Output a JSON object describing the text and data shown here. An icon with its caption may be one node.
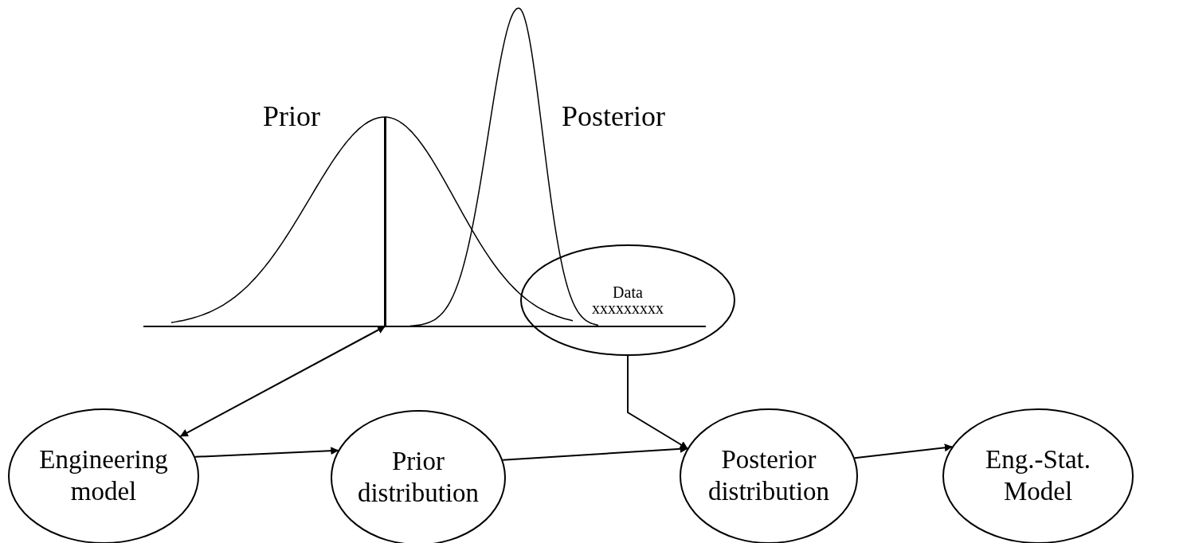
{
  "diagram": {
    "nodes": [
      {
        "text": [
          "Data",
          "xxxxxxxxx"
        ]
      },
      {
        "text": [
          "Engineering model"
        ]
      },
      {
        "text": [
          "Prior distribution"
        ]
      },
      {
        "text": [
          "Posterior distribution"
        ]
      },
      {
        "text": [
          "Eng.-Stat. Model"
        ]
      },
      {
        "text": [],
        "shape": "line"
      }
    ],
    "edges": [
      {
        "from": 1,
        "to": 2,
        "arrow": "to"
      },
      {
        "from": 2,
        "to": 3,
        "arrow": "to"
      },
      {
        "from": 0,
        "to": 3,
        "arrow": "to"
      },
      {
        "from": 3,
        "to": 4,
        "arrow": "to"
      },
      {
        "from": 1,
        "to": 5,
        "arrow": "both"
      }
    ],
    "labels": [
      "Prior",
      "Posterior"
    ]
  }
}
